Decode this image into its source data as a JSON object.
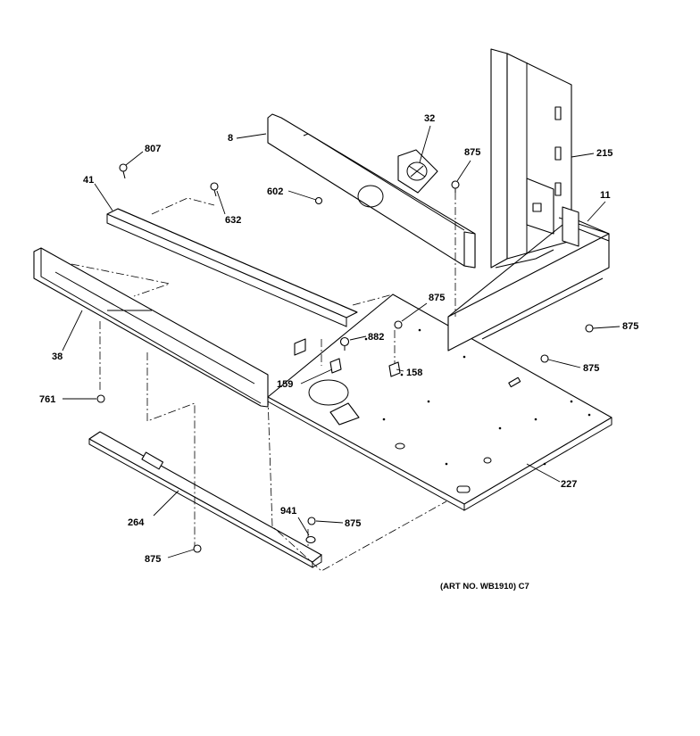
{
  "diagram": {
    "callouts": {
      "c807": "807",
      "c41": "41",
      "c632": "632",
      "c8": "8",
      "c602": "602",
      "c32": "32",
      "c875_top": "875",
      "c215": "215",
      "c11": "11",
      "c38": "38",
      "c875_mid": "875",
      "c882": "882",
      "c159": "159",
      "c158": "158",
      "c875_r1": "875",
      "c875_r2": "875",
      "c761": "761",
      "c227": "227",
      "c264": "264",
      "c941": "941",
      "c875_b1": "875",
      "c875_b2": "875"
    },
    "art_number": "(ART NO. WB1910) C7"
  }
}
